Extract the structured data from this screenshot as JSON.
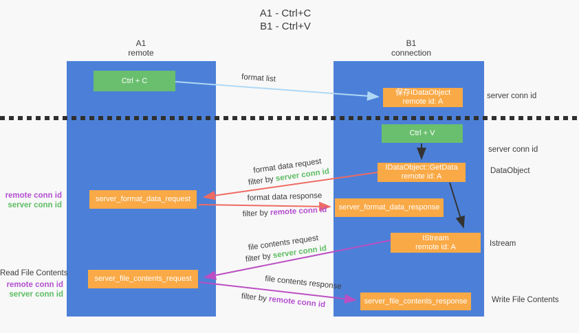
{
  "title": {
    "line1": "A1 - Ctrl+C",
    "line2": "B1 - Ctrl+V"
  },
  "lanes": {
    "a": {
      "id": "A1",
      "name": "remote"
    },
    "b": {
      "id": "B1",
      "name": "connection"
    }
  },
  "boxes": {
    "ctrl_c": "Ctrl + C",
    "ctrl_v": "Ctrl + V",
    "save_dataobject": {
      "line1": "保存IDataObject",
      "line2": "remote id: A"
    },
    "getdata": {
      "line1": "IDataObject::GetData",
      "line2": "remote id: A"
    },
    "istream": {
      "line1": "IStream",
      "line2": "remote id: A"
    },
    "format_request": "server_format_data_request",
    "format_response": "server_format_data_response",
    "file_request": "server_file_contents_request",
    "file_response": "server_file_contents_response"
  },
  "arrow_labels": {
    "format_list": "format list",
    "format_data_request": "format data request",
    "format_data_response": "format data response",
    "file_contents_request": "file contents request",
    "file_contents_response": "file contents response",
    "filter_by": "filter by",
    "server_conn_id": "server conn id",
    "remote_conn_id": "remote conn id"
  },
  "side_labels": {
    "left_top": {
      "remote": "remote conn id",
      "server": "server conn id"
    },
    "left_bottom": {
      "title": "Read File Contents",
      "remote": "remote conn id",
      "server": "server conn id"
    },
    "right": {
      "server_top": "server conn id",
      "server_mid": "server conn id",
      "dataobject": "DataObject",
      "istream": "Istream",
      "write": "Write File Contents"
    }
  },
  "colors": {
    "lane_blue": "#4c80d8",
    "box_green": "#6abf6e",
    "box_orange": "#f9a946",
    "arrow_light_blue": "#aed8f5",
    "arrow_black": "#333333",
    "arrow_red": "#ee6b63",
    "arrow_magenta": "#bb4ec2",
    "text_green": "#5dbd63",
    "text_purple": "#b44fd0",
    "text_dark": "#3b3b3b",
    "background": "#f8f8f8"
  }
}
